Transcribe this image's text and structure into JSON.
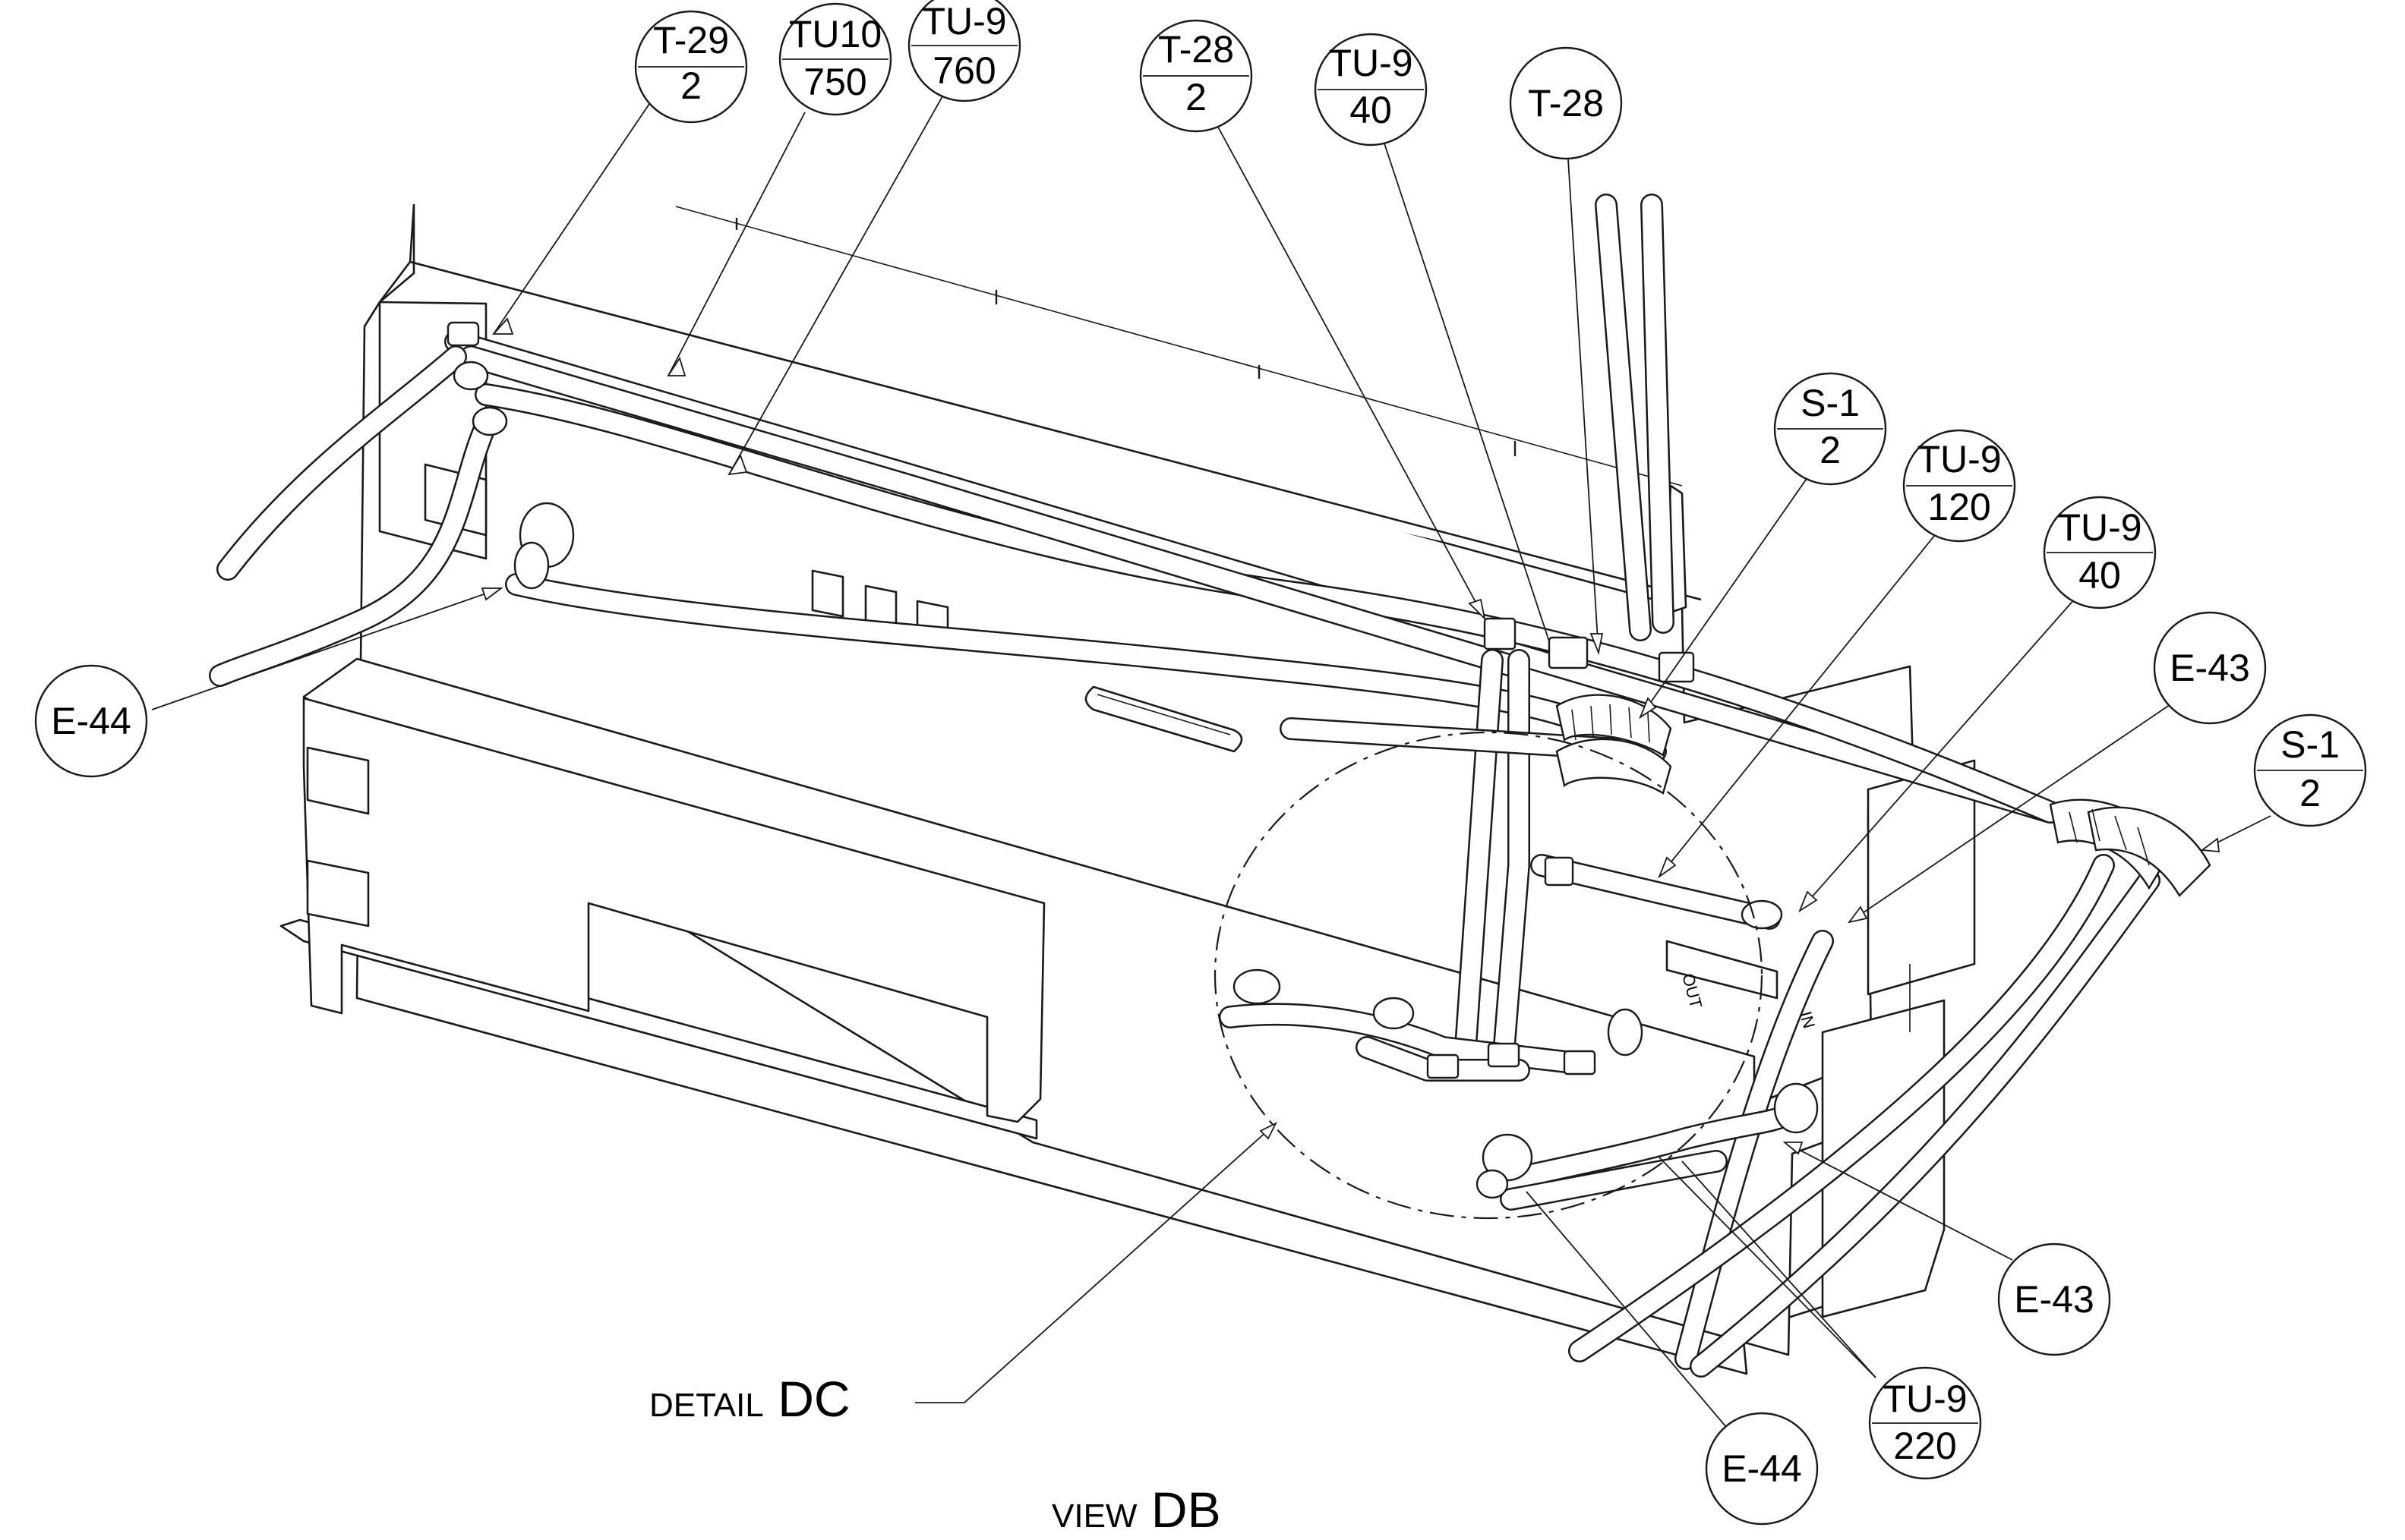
{
  "view_title": {
    "prefix": "VIEW",
    "name": "DB"
  },
  "detail_label": {
    "prefix": "DETAIL",
    "name": "DC"
  },
  "panel_marks": {
    "out": "OUT",
    "in": "IN"
  },
  "callouts": [
    {
      "id": "t29-2",
      "top": "T-29",
      "bottom": "2"
    },
    {
      "id": "tu10-750",
      "top": "TU10",
      "bottom": "750"
    },
    {
      "id": "tu9-760",
      "top": "TU-9",
      "bottom": "760"
    },
    {
      "id": "t28-2",
      "top": "T-28",
      "bottom": "2"
    },
    {
      "id": "tu9-40-top",
      "top": "TU-9",
      "bottom": "40"
    },
    {
      "id": "t28",
      "top": "T-28",
      "bottom": ""
    },
    {
      "id": "s1-2-mid",
      "top": "S-1",
      "bottom": "2"
    },
    {
      "id": "tu9-120",
      "top": "TU-9",
      "bottom": "120"
    },
    {
      "id": "tu9-40-right",
      "top": "TU-9",
      "bottom": "40"
    },
    {
      "id": "e43-top",
      "top": "E-43",
      "bottom": ""
    },
    {
      "id": "s1-2-right",
      "top": "S-1",
      "bottom": "2"
    },
    {
      "id": "e44-left",
      "top": "E-44",
      "bottom": ""
    },
    {
      "id": "e43-bottom",
      "top": "E-43",
      "bottom": ""
    },
    {
      "id": "tu9-220",
      "top": "TU-9",
      "bottom": "220"
    },
    {
      "id": "e44-bottom",
      "top": "E-44",
      "bottom": ""
    }
  ]
}
